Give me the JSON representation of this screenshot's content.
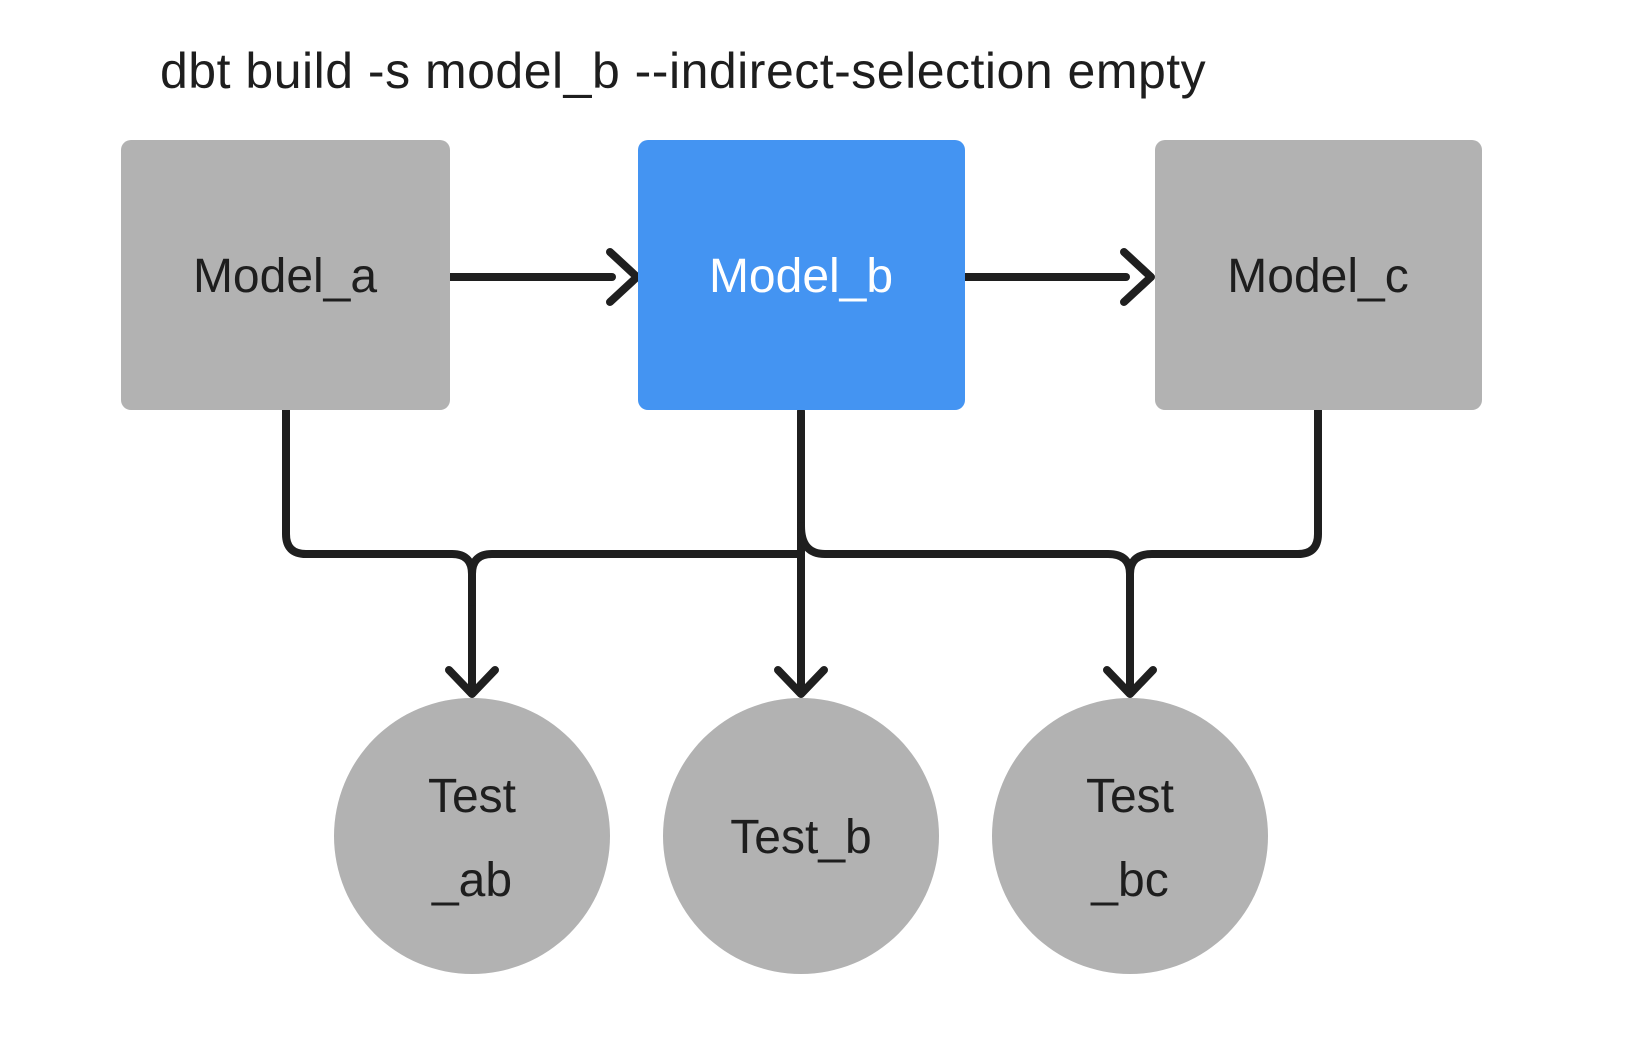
{
  "title": "dbt build -s model_b --indirect-selection empty",
  "colors": {
    "background": "#ffffff",
    "node_gray": "#b2b2b2",
    "node_selected": "#4494f2",
    "line": "#1f1f1f",
    "text_dark": "#1e1e1e",
    "text_light": "#ffffff"
  },
  "nodes": {
    "model_a": {
      "id": "model_a",
      "kind": "model",
      "shape": "square",
      "label": "Model_a",
      "selected": false
    },
    "model_b": {
      "id": "model_b",
      "kind": "model",
      "shape": "square",
      "label": "Model_b",
      "selected": true
    },
    "model_c": {
      "id": "model_c",
      "kind": "model",
      "shape": "square",
      "label": "Model_c",
      "selected": false
    },
    "test_ab": {
      "id": "test_ab",
      "kind": "test",
      "shape": "circle",
      "label_line1": "Test",
      "label_line2": "_ab",
      "selected": false
    },
    "test_b": {
      "id": "test_b",
      "kind": "test",
      "shape": "circle",
      "label": "Test_b",
      "selected": false
    },
    "test_bc": {
      "id": "test_bc",
      "kind": "test",
      "shape": "circle",
      "label_line1": "Test",
      "label_line2": "_bc",
      "selected": false
    }
  },
  "edges": [
    {
      "from": "model_a",
      "to": "model_b"
    },
    {
      "from": "model_b",
      "to": "model_c"
    },
    {
      "from": "model_a",
      "to": "test_ab"
    },
    {
      "from": "model_b",
      "to": "test_ab"
    },
    {
      "from": "model_b",
      "to": "test_b"
    },
    {
      "from": "model_b",
      "to": "test_bc"
    },
    {
      "from": "model_c",
      "to": "test_bc"
    }
  ]
}
